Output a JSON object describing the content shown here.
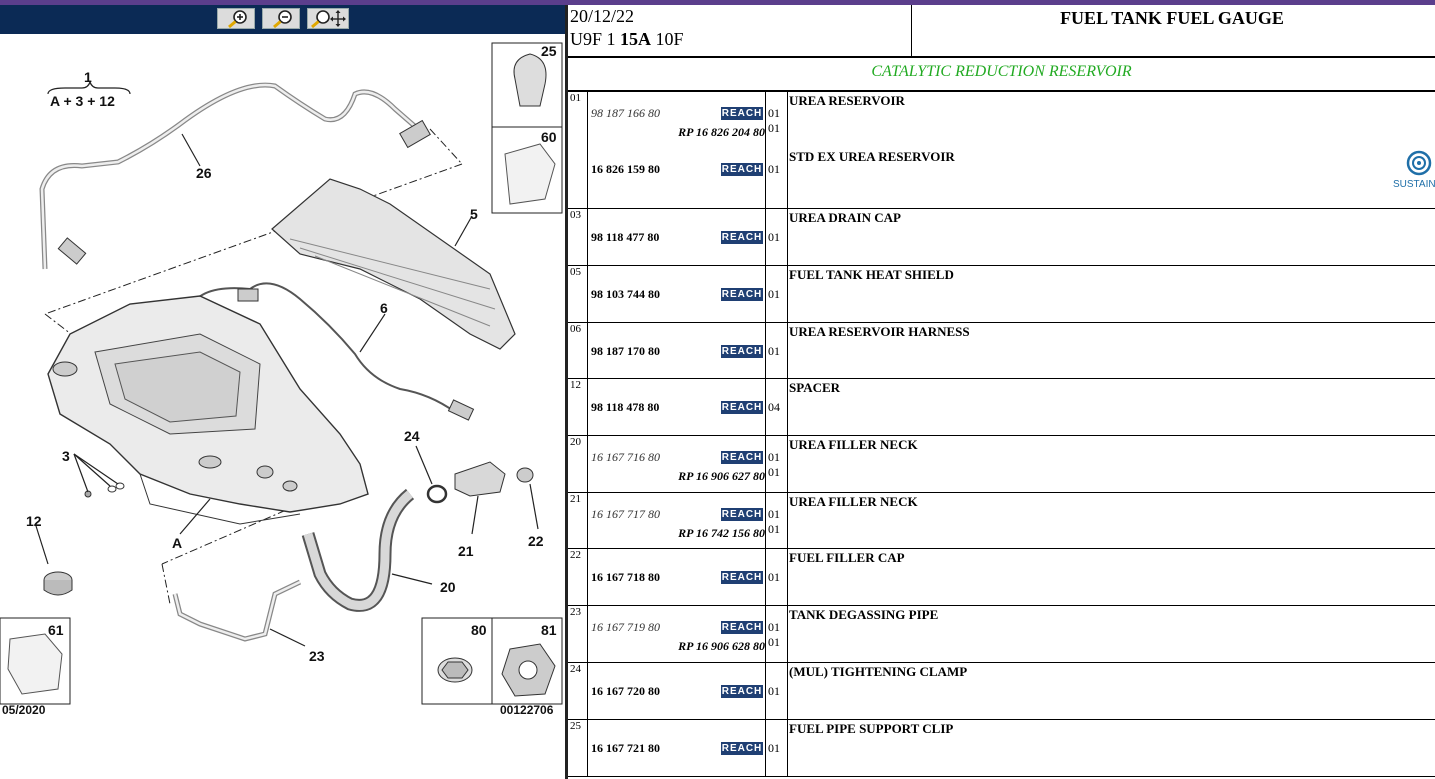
{
  "toolbar": {
    "buttons": [
      {
        "name": "zoom-in-icon"
      },
      {
        "name": "zoom-out-icon"
      },
      {
        "name": "zoom-pan-icon"
      }
    ]
  },
  "diagram": {
    "labels": [
      "1",
      "A + 3 + 12",
      "26",
      "25",
      "60",
      "5",
      "6",
      "3",
      "12",
      "24",
      "21",
      "22",
      "A",
      "20",
      "23",
      "61",
      "80",
      "81"
    ],
    "date_code": "05/2020",
    "image_ref": "00122706"
  },
  "header": {
    "date": "20/12/22",
    "model_prefix": "U9F 1 ",
    "model_bold": "15A",
    "model_suffix": " 10F",
    "title": "FUEL TANK FUEL GAUGE"
  },
  "section": {
    "title": "CATALYTIC REDUCTION RESERVOIR"
  },
  "parts": [
    {
      "idx": "01",
      "refs": [
        {
          "text": "98 187 166 80",
          "style": "old",
          "reach": true,
          "qty": "01"
        },
        {
          "text": "RP 16 826 204 80",
          "style": "rp",
          "reach": false,
          "qty": "01"
        },
        {
          "text": "16 826 159 80",
          "style": "cur",
          "reach": true,
          "qty": "01"
        }
      ],
      "descs": [
        "UREA RESERVOIR",
        "STD EX UREA RESERVOIR"
      ],
      "sustain_label": "SUSTAINer"
    },
    {
      "idx": "03",
      "refs": [
        {
          "text": "98 118 477 80",
          "style": "cur",
          "reach": true,
          "qty": "01"
        }
      ],
      "descs": [
        "UREA DRAIN CAP"
      ]
    },
    {
      "idx": "05",
      "refs": [
        {
          "text": "98 103 744 80",
          "style": "cur",
          "reach": true,
          "qty": "01"
        }
      ],
      "descs": [
        "FUEL TANK HEAT SHIELD"
      ]
    },
    {
      "idx": "06",
      "refs": [
        {
          "text": "98 187 170 80",
          "style": "cur",
          "reach": true,
          "qty": "01"
        }
      ],
      "descs": [
        "UREA RESERVOIR HARNESS"
      ]
    },
    {
      "idx": "12",
      "refs": [
        {
          "text": "98 118 478 80",
          "style": "cur",
          "reach": true,
          "qty": "04"
        }
      ],
      "descs": [
        "SPACER"
      ]
    },
    {
      "idx": "20",
      "refs": [
        {
          "text": "16 167 716 80",
          "style": "old",
          "reach": true,
          "qty": "01"
        },
        {
          "text": "RP 16 906 627 80",
          "style": "rp",
          "reach": false,
          "qty": "01"
        }
      ],
      "descs": [
        "UREA FILLER NECK"
      ]
    },
    {
      "idx": "21",
      "refs": [
        {
          "text": "16 167 717 80",
          "style": "old",
          "reach": true,
          "qty": "01"
        },
        {
          "text": "RP 16 742 156 80",
          "style": "rp",
          "reach": false,
          "qty": "01"
        }
      ],
      "descs": [
        "UREA FILLER NECK"
      ]
    },
    {
      "idx": "22",
      "refs": [
        {
          "text": "16 167 718 80",
          "style": "cur",
          "reach": true,
          "qty": "01"
        }
      ],
      "descs": [
        "FUEL FILLER CAP"
      ]
    },
    {
      "idx": "23",
      "refs": [
        {
          "text": "16 167 719 80",
          "style": "old",
          "reach": true,
          "qty": "01"
        },
        {
          "text": "RP 16 906 628 80",
          "style": "rp",
          "reach": false,
          "qty": "01"
        }
      ],
      "descs": [
        "TANK DEGASSING PIPE"
      ]
    },
    {
      "idx": "24",
      "refs": [
        {
          "text": "16 167 720 80",
          "style": "cur",
          "reach": true,
          "qty": "01"
        }
      ],
      "descs": [
        "(MUL) TIGHTENING CLAMP"
      ]
    },
    {
      "idx": "25",
      "refs": [
        {
          "text": "16 167 721 80",
          "style": "cur",
          "reach": true,
          "qty": "01"
        }
      ],
      "descs": [
        "FUEL PIPE SUPPORT CLIP"
      ]
    }
  ],
  "reach_label": "REACH"
}
